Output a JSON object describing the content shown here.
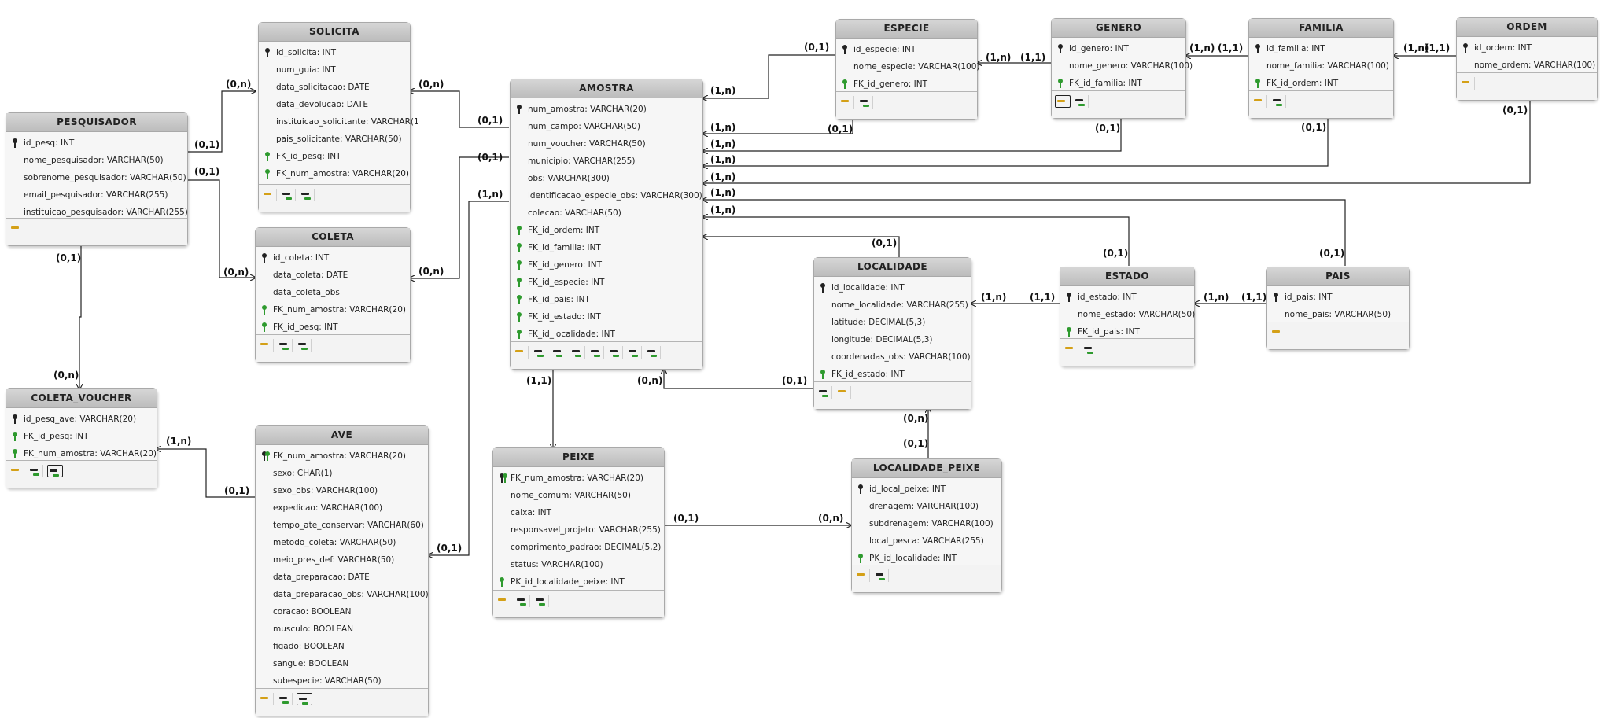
{
  "entities": {
    "pesquisador": {
      "title": "PESQUISADOR",
      "rows": [
        {
          "text": "id_pesq: INT",
          "key": "pk"
        },
        {
          "text": "nome_pesquisador: VARCHAR(50)",
          "key": ""
        },
        {
          "text": "sobrenome_pesquisador: VARCHAR(50)",
          "key": ""
        },
        {
          "text": "email_pesquisador: VARCHAR(255)",
          "key": ""
        },
        {
          "text": "instituicao_pesquisador: VARCHAR(255)",
          "key": ""
        }
      ]
    },
    "solicita": {
      "title": "SOLICITA",
      "rows": [
        {
          "text": "id_solicita: INT",
          "key": "pk"
        },
        {
          "text": "num_guia: INT",
          "key": ""
        },
        {
          "text": "data_solicitacao: DATE",
          "key": ""
        },
        {
          "text": "data_devolucao: DATE",
          "key": ""
        },
        {
          "text": "instituicao_solicitante: VARCHAR(1",
          "key": ""
        },
        {
          "text": "pais_solicitante: VARCHAR(50)",
          "key": ""
        },
        {
          "text": "FK_id_pesq: INT",
          "key": "fk"
        },
        {
          "text": "FK_num_amostra: VARCHAR(20)",
          "key": "fk"
        }
      ]
    },
    "coleta": {
      "title": "COLETA",
      "rows": [
        {
          "text": "id_coleta: INT",
          "key": "pk"
        },
        {
          "text": "data_coleta: DATE",
          "key": ""
        },
        {
          "text": "data_coleta_obs",
          "key": ""
        },
        {
          "text": "FK_num_amostra: VARCHAR(20)",
          "key": "fk"
        },
        {
          "text": "FK_id_pesq: INT",
          "key": "fk"
        }
      ]
    },
    "coleta_voucher": {
      "title": "COLETA_VOUCHER",
      "rows": [
        {
          "text": "id_pesq_ave: VARCHAR(20)",
          "key": "pk"
        },
        {
          "text": "FK_id_pesq: INT",
          "key": "fk"
        },
        {
          "text": "FK_num_amostra: VARCHAR(20)",
          "key": "fk"
        }
      ]
    },
    "ave": {
      "title": "AVE",
      "rows": [
        {
          "text": "FK_num_amostra: VARCHAR(20)",
          "key": "pkfk"
        },
        {
          "text": "sexo: CHAR(1)",
          "key": ""
        },
        {
          "text": "sexo_obs: VARCHAR(100)",
          "key": ""
        },
        {
          "text": "expedicao: VARCHAR(100)",
          "key": ""
        },
        {
          "text": "tempo_ate_conservar: VARCHAR(60)",
          "key": ""
        },
        {
          "text": "metodo_coleta: VARCHAR(50)",
          "key": ""
        },
        {
          "text": "meio_pres_def: VARCHAR(50)",
          "key": ""
        },
        {
          "text": "data_preparacao: DATE",
          "key": ""
        },
        {
          "text": "data_preparacao_obs: VARCHAR(100)",
          "key": ""
        },
        {
          "text": "coracao: BOOLEAN",
          "key": ""
        },
        {
          "text": "musculo: BOOLEAN",
          "key": ""
        },
        {
          "text": "figado: BOOLEAN",
          "key": ""
        },
        {
          "text": "sangue: BOOLEAN",
          "key": ""
        },
        {
          "text": "subespecie: VARCHAR(50)",
          "key": ""
        }
      ]
    },
    "amostra": {
      "title": "AMOSTRA",
      "rows": [
        {
          "text": "num_amostra: VARCHAR(20)",
          "key": "pk"
        },
        {
          "text": "num_campo: VARCHAR(50)",
          "key": ""
        },
        {
          "text": "num_voucher: VARCHAR(50)",
          "key": ""
        },
        {
          "text": "municipio: VARCHAR(255)",
          "key": ""
        },
        {
          "text": "obs: VARCHAR(300)",
          "key": ""
        },
        {
          "text": "identificacao_especie_obs: VARCHAR(300)",
          "key": ""
        },
        {
          "text": "colecao: VARCHAR(50)",
          "key": ""
        },
        {
          "text": "FK_id_ordem: INT",
          "key": "fk"
        },
        {
          "text": "FK_id_familia: INT",
          "key": "fk"
        },
        {
          "text": "FK_id_genero: INT",
          "key": "fk"
        },
        {
          "text": "FK_id_especie: INT",
          "key": "fk"
        },
        {
          "text": "FK_id_pais: INT",
          "key": "fk"
        },
        {
          "text": "FK_id_estado: INT",
          "key": "fk"
        },
        {
          "text": "FK_id_localidade: INT",
          "key": "fk"
        }
      ]
    },
    "peixe": {
      "title": "PEIXE",
      "rows": [
        {
          "text": "FK_num_amostra: VARCHAR(20)",
          "key": "pkfk"
        },
        {
          "text": "nome_comum: VARCHAR(50)",
          "key": ""
        },
        {
          "text": "caixa: INT",
          "key": ""
        },
        {
          "text": "responsavel_projeto: VARCHAR(255)",
          "key": ""
        },
        {
          "text": "comprimento_padrao: DECIMAL(5,2)",
          "key": ""
        },
        {
          "text": "status: VARCHAR(100)",
          "key": ""
        },
        {
          "text": "PK_id_localidade_peixe: INT",
          "key": "fk"
        }
      ]
    },
    "especie": {
      "title": "ESPECIE",
      "rows": [
        {
          "text": "id_especie: INT",
          "key": "pk"
        },
        {
          "text": "nome_especie: VARCHAR(100)",
          "key": ""
        },
        {
          "text": "FK_id_genero: INT",
          "key": "fk"
        }
      ]
    },
    "genero": {
      "title": "GENERO",
      "rows": [
        {
          "text": "id_genero: INT",
          "key": "pk"
        },
        {
          "text": "nome_genero: VARCHAR(100)",
          "key": ""
        },
        {
          "text": "FK_id_familia: INT",
          "key": "fk"
        }
      ]
    },
    "familia": {
      "title": "FAMILIA",
      "rows": [
        {
          "text": "id_familia: INT",
          "key": "pk"
        },
        {
          "text": "nome_familia: VARCHAR(100)",
          "key": ""
        },
        {
          "text": "FK_id_ordem: INT",
          "key": "fk"
        }
      ]
    },
    "ordem": {
      "title": "ORDEM",
      "rows": [
        {
          "text": "id_ordem: INT",
          "key": "pk"
        },
        {
          "text": "nome_ordem: VARCHAR(100)",
          "key": ""
        }
      ]
    },
    "localidade": {
      "title": "LOCALIDADE",
      "rows": [
        {
          "text": "id_localidade: INT",
          "key": "pk"
        },
        {
          "text": "nome_localidade: VARCHAR(255)",
          "key": ""
        },
        {
          "text": "latitude: DECIMAL(5,3)",
          "key": ""
        },
        {
          "text": "longitude: DECIMAL(5,3)",
          "key": ""
        },
        {
          "text": "coordenadas_obs: VARCHAR(100)",
          "key": ""
        },
        {
          "text": "FK_id_estado: INT",
          "key": "fk"
        }
      ]
    },
    "estado": {
      "title": "ESTADO",
      "rows": [
        {
          "text": "id_estado: INT",
          "key": "pk"
        },
        {
          "text": "nome_estado: VARCHAR(50)",
          "key": ""
        },
        {
          "text": "FK_id_pais: INT",
          "key": "fk"
        }
      ]
    },
    "pais": {
      "title": "PAIS",
      "rows": [
        {
          "text": "id_pais: INT",
          "key": "pk"
        },
        {
          "text": "nome_pais: VARCHAR(50)",
          "key": ""
        }
      ]
    },
    "localidade_peixe": {
      "title": "LOCALIDADE_PEIXE",
      "rows": [
        {
          "text": "id_local_peixe: INT",
          "key": "pk"
        },
        {
          "text": "drenagem: VARCHAR(100)",
          "key": ""
        },
        {
          "text": "subdrenagem: VARCHAR(100)",
          "key": ""
        },
        {
          "text": "local_pesca: VARCHAR(255)",
          "key": ""
        },
        {
          "text": "PK_id_localidade: INT",
          "key": "fk"
        }
      ]
    }
  },
  "footers": {
    "pesquisador": [
      "pk"
    ],
    "solicita": [
      "pk",
      "fk",
      "fk"
    ],
    "coleta": [
      "pk",
      "fk",
      "fk"
    ],
    "coleta_voucher": [
      "pk",
      "fk",
      "fkbox"
    ],
    "ave": [
      "pk",
      "fk",
      "fkbox"
    ],
    "amostra": [
      "pk",
      "fk",
      "fk",
      "fk",
      "fk",
      "fk",
      "fk",
      "fk"
    ],
    "peixe": [
      "pk",
      "fk",
      "fk"
    ],
    "especie": [
      "pk",
      "fk"
    ],
    "genero": [
      "pkbox",
      "fk"
    ],
    "familia": [
      "pk",
      "fk"
    ],
    "ordem": [
      "pk"
    ],
    "localidade": [
      "fk",
      "pk"
    ],
    "estado": [
      "pk",
      "fk"
    ],
    "pais": [
      "pk"
    ],
    "localidade_peixe": [
      "pk",
      "fk"
    ]
  },
  "cardinalities": [
    "(0,n)",
    "(0,1)",
    "(0,1)",
    "(0,n)",
    "(0,1)",
    "(0,n)",
    "(0,1)",
    "(0,n)",
    "(0,n)",
    "(0,1)",
    "(1,n)",
    "(0,1)",
    "(0,1)",
    "(1,n)",
    "(1,n)",
    "(1,1)",
    "(1,n)",
    "(1,1)",
    "(1,n)",
    "(1,1)",
    "(0,1)",
    "(1,n)",
    "(0,1)",
    "(1,n)",
    "(0,1)",
    "(1,n)",
    "(1,n)",
    "(0,1)",
    "(1,n)",
    "(0,1)",
    "(1,n)",
    "(0,1)",
    "(1,n)",
    "(1,1)",
    "(1,n)",
    "(1,1)",
    "(1,1)",
    "(0,1)",
    "(1,n)",
    "(0,1)",
    "(0,1)",
    "(0,n)",
    "(0,n)",
    "(0,1)"
  ]
}
